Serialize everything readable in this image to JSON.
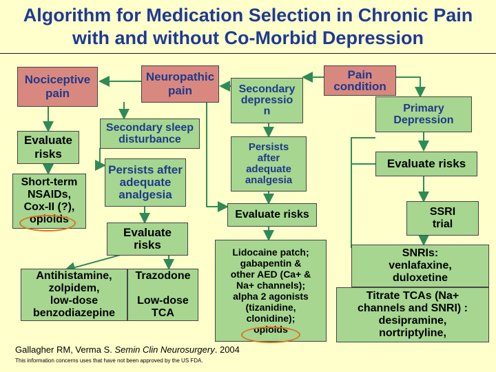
{
  "title_line1": "Algorithm for Medication Selection in Chronic Pain",
  "title_line2": "with and without Co-Morbid Depression",
  "nociceptive": "Nociceptive\npain",
  "neuropathic": "Neuropathic\npain",
  "secondary_depression": "Secondary\ndepressio\nn",
  "pain_condition": "Pain\ncondition",
  "evaluate_risks_left": "Evaluate\nrisks",
  "secondary_sleep": "Secondary sleep\ndisturbance",
  "persists_mid_left": "Persists after\nadequate\nanalgesia",
  "persists_mid": "Persists\nafter\nadequate\nanalgesia",
  "primary_depression": "Primary\nDepression",
  "evaluate_risks_right": "Evaluate risks",
  "short_term": "Short-term\nNSAIDs,\nCox-II (?),\nopioids",
  "evaluate_risks_mid_left": "Evaluate\nrisks",
  "evaluate_risks_mid": "Evaluate risks",
  "ssri": "SSRI\ntrial",
  "antihistamine": "Antihistamine,\nzolpidem,\nlow-dose\nbenzodiazepine",
  "trazodone": "Trazodone\n\nLow-dose\nTCA",
  "lidocaine": "Lidocaine patch;\ngabapentin &\nother AED (Ca+ &\nNa+ channels);\nalpha 2 agonists\n(tizanidine,\nclonidine);\nopioids",
  "snris": "SNRIs:\nvenlafaxine,\nduloxetine",
  "titrate": "Titrate TCAs (Na+\nchannels and SNRI) :\ndesipramine,\nnortriptyline,",
  "citation_authors": "Gallagher RM, Verma S. ",
  "citation_journal": "Semin Clin Neurosurgery",
  "citation_year": ". 2004",
  "disclaimer": "This information concerns uses that have not been approved by the US FDA."
}
